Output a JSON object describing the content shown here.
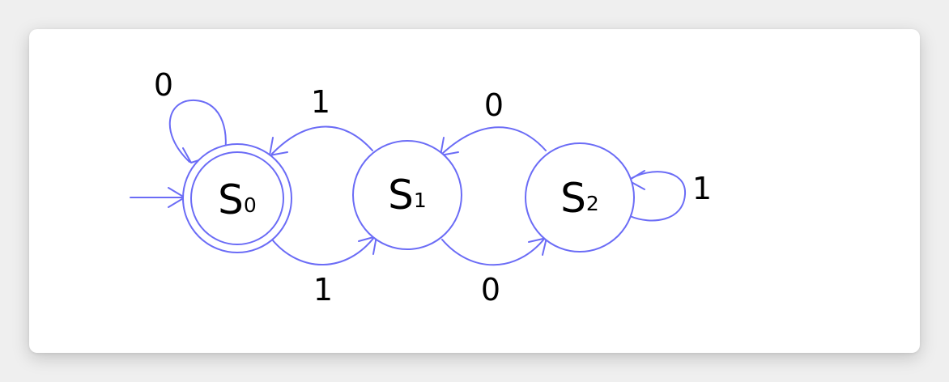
{
  "colors": {
    "accent": "#6b6cf6",
    "label": "#000000",
    "background": "#ffffff"
  },
  "states": [
    {
      "id": "S0",
      "letter": "S",
      "subscript": "0",
      "initial": true,
      "accepting": true
    },
    {
      "id": "S1",
      "letter": "S",
      "subscript": "1",
      "initial": false,
      "accepting": false
    },
    {
      "id": "S2",
      "letter": "S",
      "subscript": "2",
      "initial": false,
      "accepting": false
    }
  ],
  "transitions": [
    {
      "from": "S0",
      "to": "S0",
      "label": "0"
    },
    {
      "from": "S1",
      "to": "S0",
      "label": "1"
    },
    {
      "from": "S0",
      "to": "S1",
      "label": "1"
    },
    {
      "from": "S2",
      "to": "S1",
      "label": "0"
    },
    {
      "from": "S1",
      "to": "S2",
      "label": "0"
    },
    {
      "from": "S2",
      "to": "S2",
      "label": "1"
    }
  ]
}
